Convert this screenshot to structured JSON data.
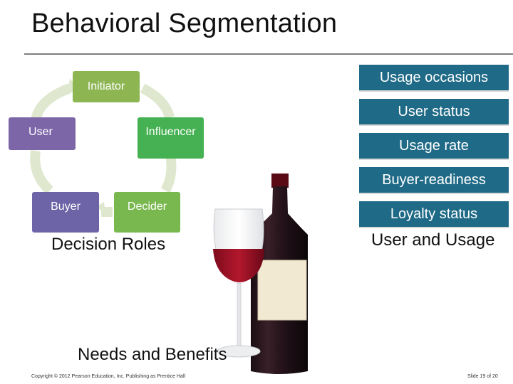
{
  "slide": {
    "title": "Behavioral Segmentation",
    "decision_roles": {
      "caption": "Decision Roles",
      "roles": {
        "initiator": "Initiator",
        "user": "User",
        "influencer": "Influencer",
        "buyer": "Buyer",
        "decider": "Decider"
      }
    },
    "usage_bars": [
      "Usage occasions",
      "User status",
      "Usage rate",
      "Buyer-readiness",
      "Loyalty status"
    ],
    "usage_caption": "User and Usage",
    "needs_caption": "Needs and Benefits",
    "footer": {
      "copyright": "Copyright © 2012 Pearson Education, Inc. Publishing as Prentice Hall",
      "slide_number": "Slide 19 of 20"
    }
  },
  "colors": {
    "bar": "#1f6a86",
    "initiator": "#8db653",
    "user": "#7d66a8",
    "influencer": "#45b152",
    "buyer": "#6c64a6",
    "decider": "#79b84f",
    "arrow": "#dfe8cf"
  },
  "images": {
    "wine": "wine-bottle-and-glass-photo"
  }
}
